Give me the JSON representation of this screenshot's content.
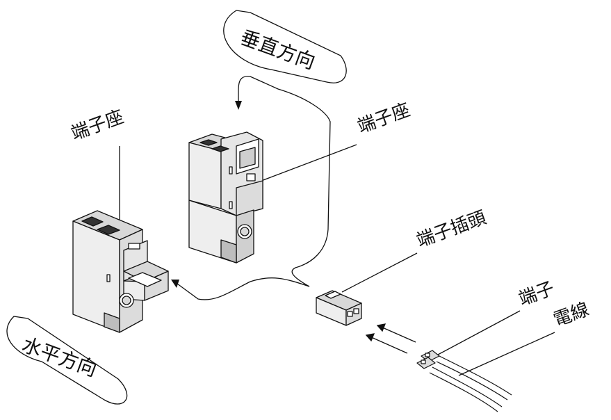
{
  "labels": {
    "vertical_direction": "垂直方向",
    "horizontal_direction": "水平方向",
    "terminal_block_left": "端子座",
    "terminal_block_right": "端子座",
    "terminal_plug": "端子插頭",
    "terminal": "端子",
    "wire": "電線"
  },
  "colors": {
    "line": "#111111",
    "body_light": "#eeeeee",
    "body_mid": "#d8d8d8",
    "body_dark": "#bdbdbd",
    "background": "#ffffff"
  }
}
